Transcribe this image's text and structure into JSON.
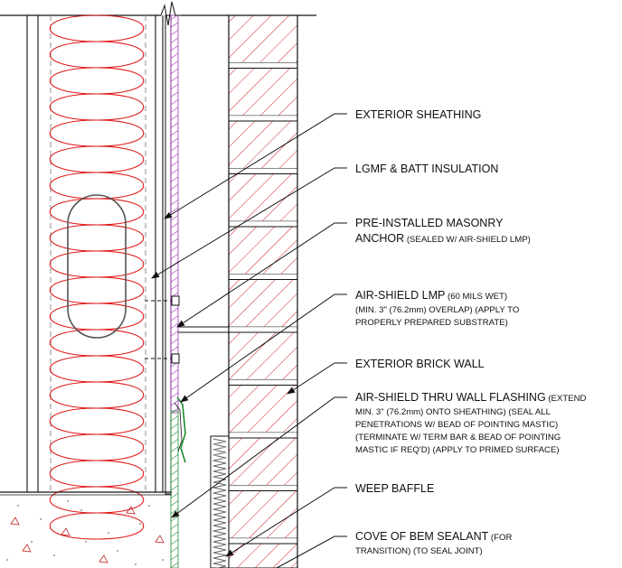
{
  "callouts": {
    "exterior_sheathing": {
      "line1": "EXTERIOR SHEATHING"
    },
    "lgmf_batt": {
      "line1": "LGMF & BATT INSULATION"
    },
    "masonry_anchor": {
      "line1": "PRE-INSTALLED MASONRY",
      "line2_main": "ANCHOR",
      "line2_note": " (SEALED W/ AIR-SHIELD LMP)"
    },
    "air_shield_lmp": {
      "line1_main": "AIR-SHIELD LMP",
      "line1_note": " (60 MILS WET)",
      "line2": "(MIN. 3\" (76.2mm) OVERLAP) (APPLY TO",
      "line3": "PROPERLY PREPARED SUBSTRATE)"
    },
    "brick_wall": {
      "line1": "EXTERIOR BRICK WALL"
    },
    "thru_wall_flashing": {
      "line1_main": "AIR-SHIELD THRU WALL FLASHING",
      "line1_note": " (EXTEND",
      "line2": "MIN. 3\" (76.2mm) ONTO SHEATHING) (SEAL ALL",
      "line3": "PENETRATIONS W/ BEAD OF POINTING MASTIC)",
      "line4": "(TERMINATE W/ TERM BAR & BEAD OF POINTING",
      "line5": "MASTIC IF REQ'D) (APPLY TO PRIMED SURFACE)"
    },
    "weep_baffle": {
      "line1": "WEEP BAFFLE"
    },
    "cove_sealant": {
      "line1_main": "COVE OF BEM SEALANT",
      "line1_note": " (FOR",
      "line2": "TRANSITION) (TO SEAL JOINT)"
    }
  },
  "colors": {
    "insulation": "#e01818",
    "brick_hatch": "#d42020",
    "membrane_purple": "#9a2fb0",
    "flashing_green": "#1f8a2f",
    "linework": "#111111",
    "mortar": "#888888"
  },
  "icons": {
    "leader_arrow": "arrowhead-icon",
    "concrete_aggregate": "triangle-speck-icon"
  }
}
